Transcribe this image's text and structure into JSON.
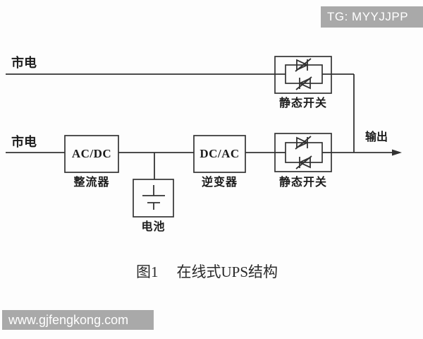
{
  "watermarks": {
    "top_right": {
      "text": "TG: MYYJJPP",
      "bg": "#a9a9a9",
      "fg": "#ffffff"
    },
    "bottom_left": {
      "text": "www.gjfengkong.com",
      "bg": "#a9a9a9",
      "fg": "#ffffff"
    }
  },
  "diagram": {
    "line_color": "#333333",
    "mains_top_label": "市电",
    "mains_bottom_label": "市电",
    "blocks": {
      "rectifier": {
        "box_text": "AC/DC",
        "caption": "整流器"
      },
      "inverter": {
        "box_text": "DC/AC",
        "caption": "逆变器"
      },
      "battery": {
        "caption": "电池"
      },
      "static_switch_top": {
        "caption": "静态开关"
      },
      "static_switch_bottom": {
        "caption": "静态开关"
      }
    },
    "output_label": "输出"
  },
  "caption": {
    "figure_no": "图1",
    "title": "在线式UPS结构"
  }
}
